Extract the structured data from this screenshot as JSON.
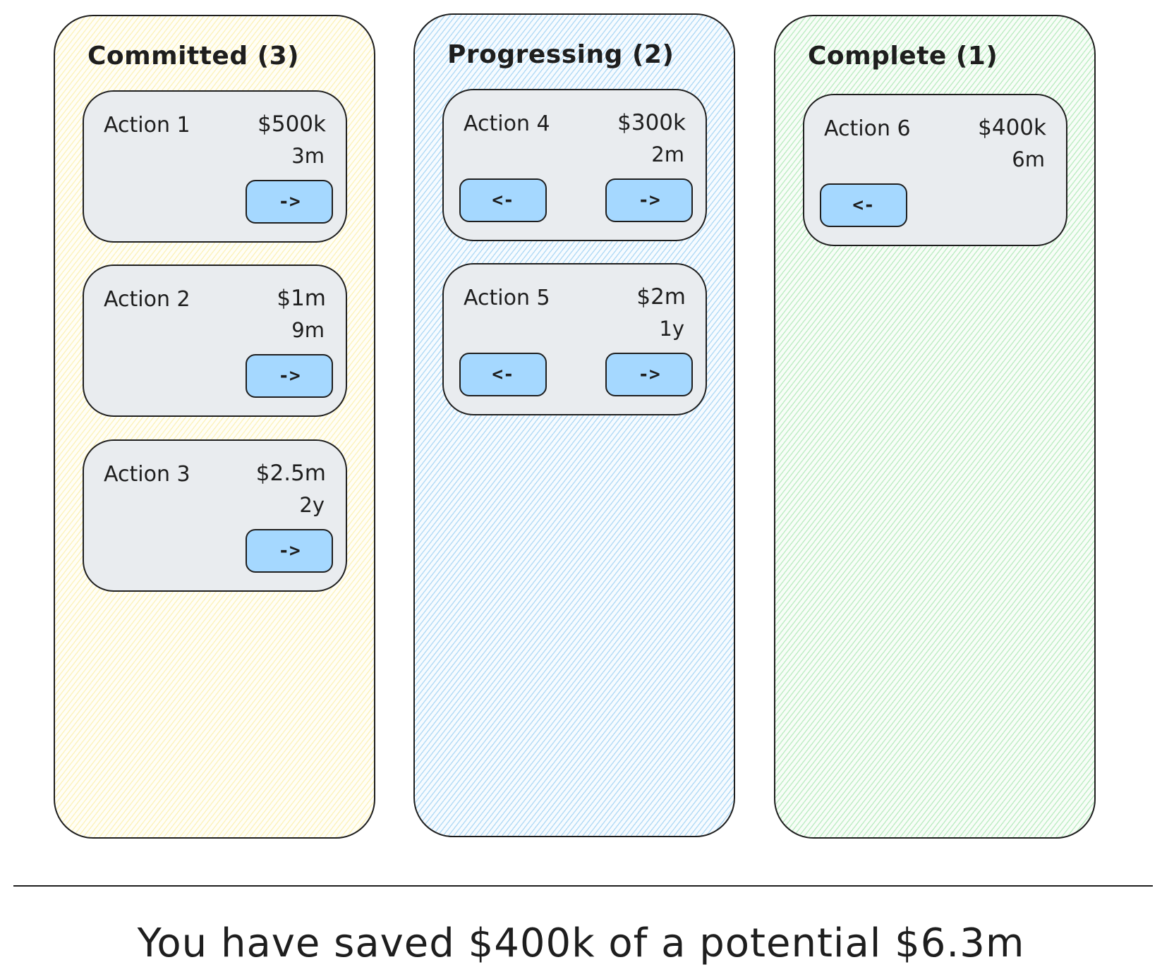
{
  "board": {
    "columns": [
      {
        "title": "Committed (3)",
        "cards": [
          {
            "name": "Action 1",
            "value": "$500k",
            "duration": "3m",
            "prev": "",
            "next": "->"
          },
          {
            "name": "Action 2",
            "value": "$1m",
            "duration": "9m",
            "prev": "",
            "next": "->"
          },
          {
            "name": "Action 3",
            "value": "$2.5m",
            "duration": "2y",
            "prev": "",
            "next": "->"
          }
        ]
      },
      {
        "title": "Progressing (2)",
        "cards": [
          {
            "name": "Action 4",
            "value": "$300k",
            "duration": "2m",
            "prev": "<-",
            "next": "->"
          },
          {
            "name": "Action 5",
            "value": "$2m",
            "duration": "1y",
            "prev": "<-",
            "next": "->"
          }
        ]
      },
      {
        "title": "Complete (1)",
        "cards": [
          {
            "name": "Action 6",
            "value": "$400k",
            "duration": "6m",
            "prev": "<-",
            "next": ""
          }
        ]
      }
    ]
  },
  "summary": "You have saved $400k of a potential $6.3m",
  "colors": {
    "committed": "#fae88c",
    "progressing": "#8cc8f0",
    "complete": "#96e1a0",
    "card_bg": "#e9ecef",
    "button_bg": "#a5d8ff",
    "stroke": "#1e1e1e"
  }
}
